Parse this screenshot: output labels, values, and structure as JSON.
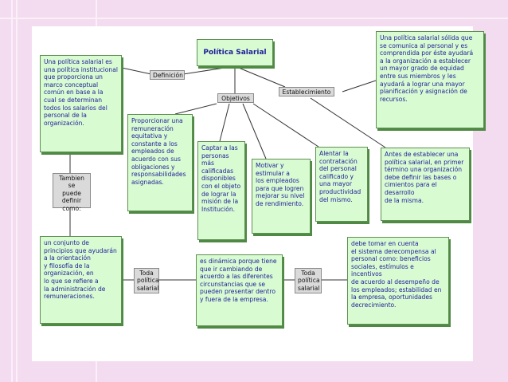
{
  "colors": {
    "page_bg": "#f3dcef",
    "box_fill": "#d9fbd2",
    "box_shadow": "#4f8a45",
    "box_text": "#1d1d99",
    "label_fill": "#dadada",
    "line": "#333333"
  },
  "concept_map": {
    "title": "Política Salarial",
    "links": {
      "definicion": "Definición",
      "objetivos": "Objetivos",
      "establecimiento": "Establecimiento",
      "tambien": "Tambien se\npuede definir\ncomo:",
      "toda_left": "Toda\npolítica\nsalarial",
      "toda_right": "Toda\npolítica\nsalarial"
    },
    "definition": "Una política salarial es\nuna política institucional\nque proporciona un\n marco conceptual\ncomún en base a la\n cual se determinan\ntodos los salarios del\n personal de la\norganización.",
    "objectives": [
      "Proporcionar una\nremuneración\n equitativa y\n constante a los\nempleados de\nacuerdo con sus\nobligaciones y\n responsabilidades\nasignadas.",
      "Captar a las\npersonas más\n calificadas\ndisponibles\ncon el objeto\nde lograr la\nmisión de la\nInstitución.",
      "Motivar y\nestimular a\nlos empleados\n para que logren\nmejorar su nivel\nde rendimiento.",
      "Alentar la\ncontratación\ndel personal\n calificado y\n una mayor\nproductividad\ndel mismo."
    ],
    "establishment_top": "Una política salarial sólida que\n se comunica al personal y es\n comprendida por éste ayudará\n a la organización a establecer\n un mayor grado de equidad\nentre sus miembros y les\nayudará a lograr una mayor\n planificación y asignación de\n recursos.",
    "establishment_bottom": "Antes de establecer una\npolítica salarial, en primer\ntérmino una organización\n debe definir las bases o\ncimientos para el desarrollo\nde la misma.",
    "alt_definition": "un conjunto de\nprincipios que ayudarán\na la orientación\n y filosofía de la\n organización, en\nlo que se refiere a\nla administración de\nremuneraciones.",
    "dynamic": "es dinámica porque tiene\n que ir cambiando de\nacuerdo a las diferentes\ncircunstancias que se\npueden presentar dentro\ny fuera de la empresa.",
    "compensation": "debe tomar en cuenta\n el sistema derecompensa al\npersonal como: beneficios\nsociales, estímulos e incentivos\n de acuerdo al desempeño de\nlos empleados; estabilidad en\nla empresa, oportunidades\ndecrecimiento."
  }
}
